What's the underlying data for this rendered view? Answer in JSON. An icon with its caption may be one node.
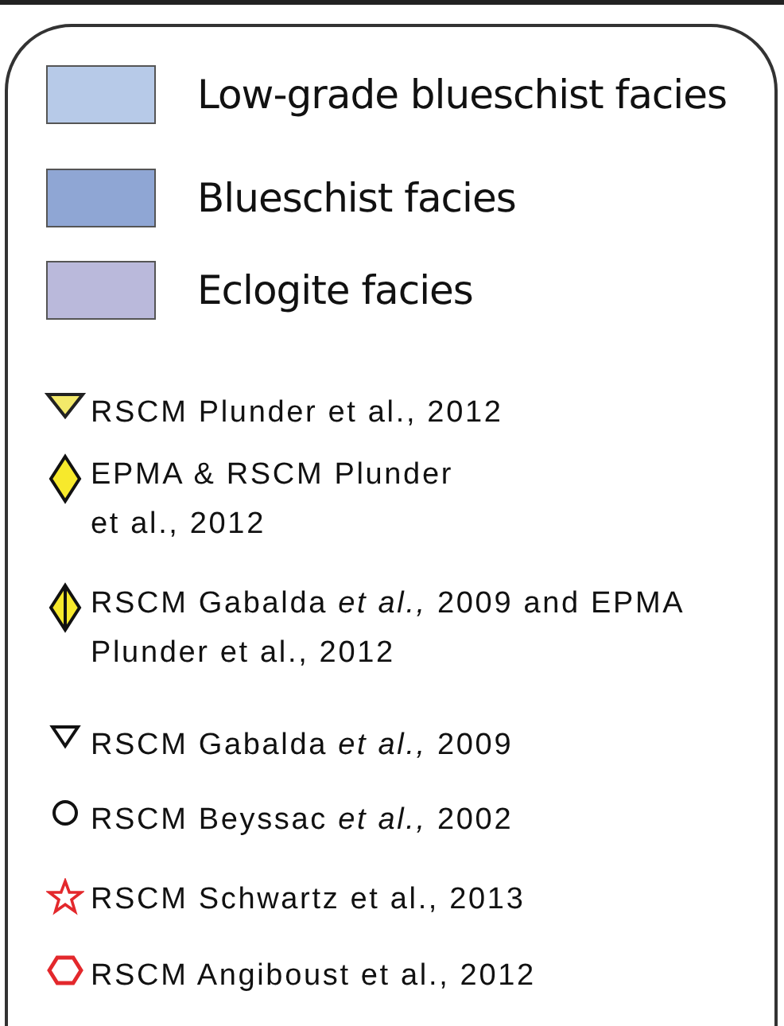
{
  "diagram": {
    "legend": [
      {
        "text": "Low-grade blueschist facies",
        "color": "#b7cae8"
      },
      {
        "text": "Blueschist facies",
        "color": "#8fa6d4"
      },
      {
        "text": "Eclogite facies",
        "color": "#bab9db"
      },
      {
        "text": "RSCM Plunder et al., 2012"
      },
      {
        "text": "EPMA & RSCM Plunder et al., 2012"
      },
      {
        "text": "RSCM Gabalda *et al.,* 2009 and EPMA Plunder et al., 2012"
      },
      {
        "text": "RSCM Gabalda *et al.,* 2009"
      },
      {
        "text": "RSCM Beyssac *et al.,* 2002"
      },
      {
        "text": "RSCM Schwartz et al., 2013"
      },
      {
        "text": "RSCM Angiboust et al., 2012"
      }
    ]
  }
}
